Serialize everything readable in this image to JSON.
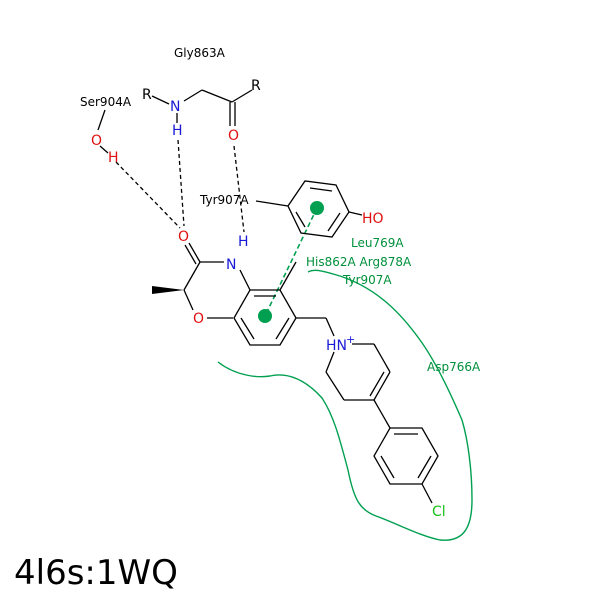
{
  "title": "4l6s:1WQ",
  "colors": {
    "carbon": "#000000",
    "nitrogen": "#1a1ad6",
    "oxygen": "#e01010",
    "chlorine": "#19c019",
    "residue_green": "#00903c",
    "pi_stack": "#00a050"
  },
  "residues": {
    "gly863": "Gly863A",
    "ser904": "Ser904A",
    "tyr907_black": "Tyr907A",
    "leu769": "Leu769A",
    "his_arg": "His862A Arg878A",
    "tyr907_green": "Tyr907A",
    "asp766": "Asp766A"
  },
  "atoms": {
    "r1": "R",
    "r2": "R",
    "n_backbone": "N",
    "h_backbone": "H",
    "o_carbonyl": "O",
    "o_ser": "O",
    "h_ser": "H",
    "oh_tyr": "HO",
    "o_ring_carbonyl": "O",
    "n_ring": "N",
    "h_ring": "H",
    "o_ring": "O",
    "n_piperidine": "HN",
    "plus_charge": "+",
    "chlorine": "Cl"
  }
}
